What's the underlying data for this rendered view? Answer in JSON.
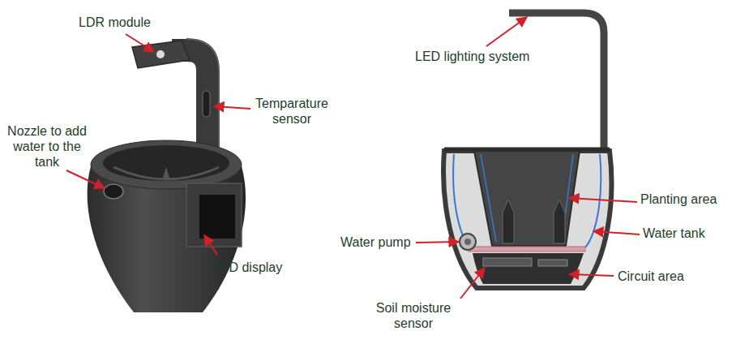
{
  "diagram": {
    "labels": [
      "LDR module",
      "LED lighting system",
      "Temparature sensor",
      "Nozzle to add water to the tank",
      "Planting area",
      "Water tank",
      "Water pump",
      "Circuit area",
      "LCD display",
      "Soil moisture sensor"
    ]
  }
}
